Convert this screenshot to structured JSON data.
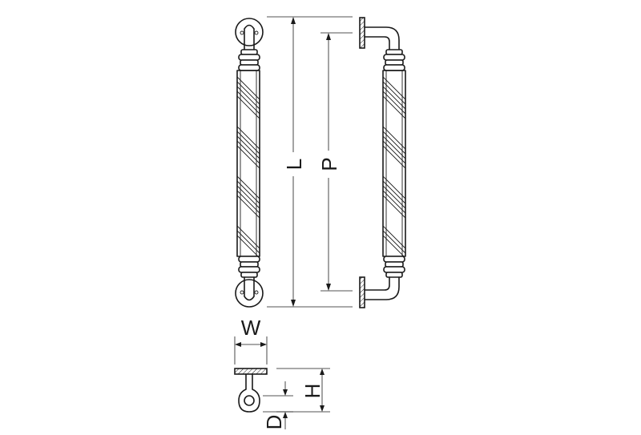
{
  "labels": {
    "L": "L",
    "P": "P",
    "W": "W",
    "H": "H",
    "D": "D"
  },
  "colors": {
    "line": "#1a1a1a",
    "background": "#ffffff"
  }
}
